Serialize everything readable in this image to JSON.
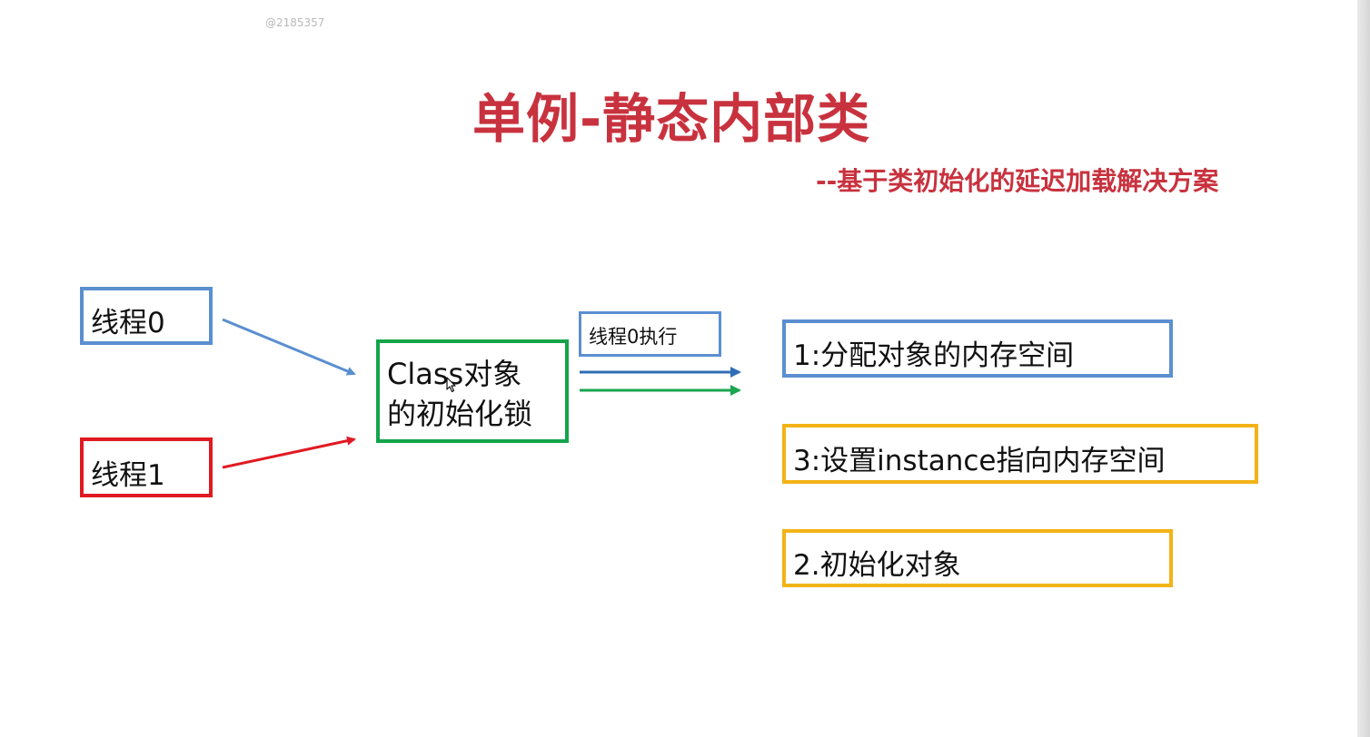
{
  "watermark": "@2185357",
  "title": "单例-静态内部类",
  "subtitle": "--基于类初始化的延迟加载解决方案",
  "diagram": {
    "thread0": "线程0",
    "thread1": "线程1",
    "lock_line1": "Class对象",
    "lock_line2": "的初始化锁",
    "exec_label": "线程0执行",
    "steps": [
      "1:分配对象的内存空间",
      "3:设置instance指向内存空间",
      "2.初始化对象"
    ]
  },
  "colors": {
    "title": "#c8323e",
    "thread0_border": "#5b8fd0",
    "thread1_border": "#e01a22",
    "lock_border": "#13a44a",
    "frame_border": "#6a1f9c",
    "step_blue": "#5b8fd0",
    "step_yellow": "#f2b316",
    "arrow_blue": "#2f6db5",
    "arrow_green": "#1aa550",
    "arrow_red": "#e01a22"
  },
  "icons": {
    "cursor": "mouse-pointer-icon"
  }
}
